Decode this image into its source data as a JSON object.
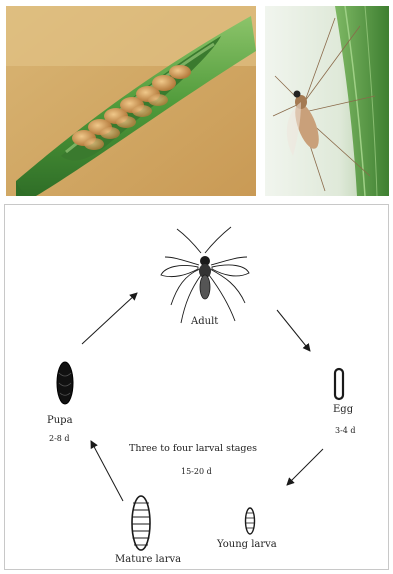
{
  "stages": {
    "adult": {
      "label": "Adult"
    },
    "egg": {
      "label": "Egg",
      "duration": "3-4 d"
    },
    "larval": {
      "label": "Three to four larval stages",
      "duration": "15-20 d"
    },
    "young_larva": {
      "label": "Young larva"
    },
    "mature_larva": {
      "label": "Mature larva"
    },
    "pupa": {
      "label": "Pupa",
      "duration": "2-8 d"
    }
  },
  "colors": {
    "photo_bg_left": "#d8b46a",
    "stem_green": "#4e9a3a",
    "egg_orange": "#c98d4c",
    "photo_bg_right": "#e6efe2",
    "leaf_green": "#5f9b4a",
    "insect_tan": "#c9a07a",
    "ink": "#1a1a1a"
  }
}
